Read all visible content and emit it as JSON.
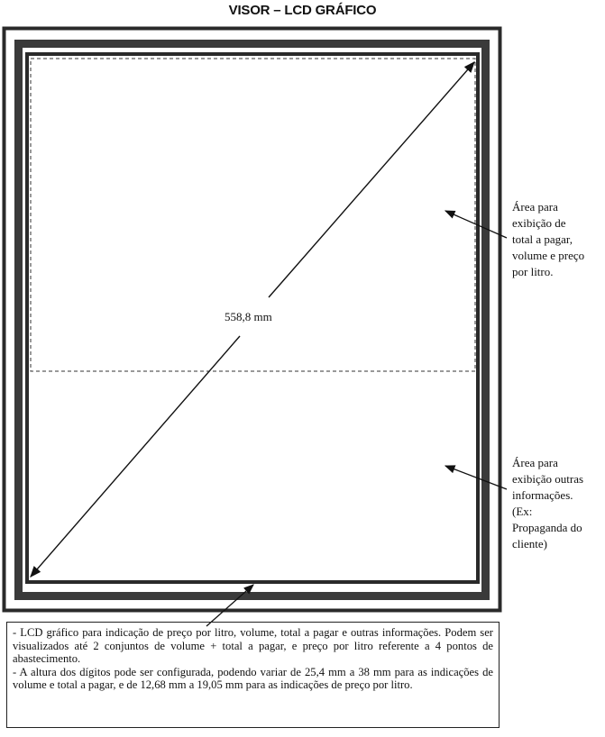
{
  "title": "VISOR – LCD GRÁFICO",
  "dimension_label": "558,8 mm",
  "labels": {
    "upper_area": "Área para\nexibição de\ntotal a pagar,\nvolume e preço\npor litro.",
    "lower_area": "Área para\nexibição outras\ninformações.\n(Ex:\nPropaganda do\ncliente)"
  },
  "notes": [
    "- LCD gráfico para indicação de preço por litro, volume, total a pagar e outras informações. Podem ser visualizados até 2 conjuntos de volume + total a pagar, e preço por litro referente a 4 pontos de abastecimento.",
    "- A altura dos dígitos pode ser configurada, podendo variar de 25,4 mm a 38 mm para as indicações de volume e total a pagar, e de 12,68 mm a 19,05 mm para as indicações de preço por litro."
  ],
  "colors": {
    "frame": "#3a3a3a",
    "line": "#111111"
  }
}
